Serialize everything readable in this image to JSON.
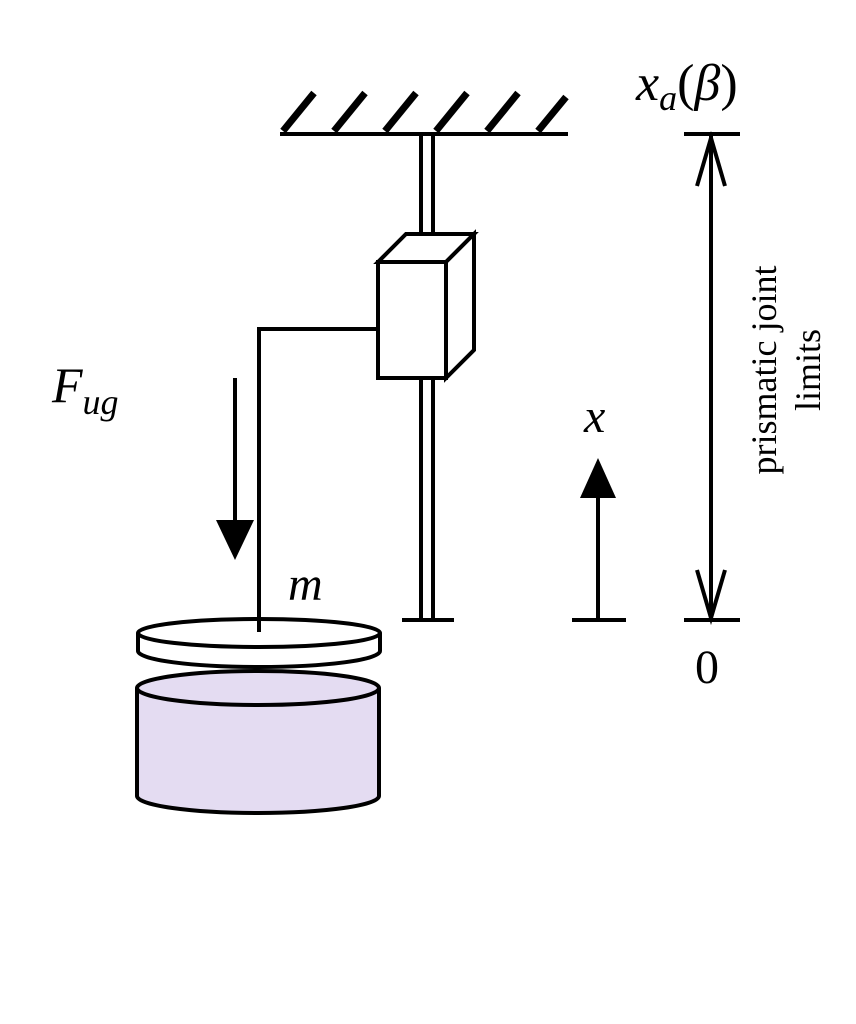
{
  "labels": {
    "force_main": "F",
    "force_sub": "ug",
    "mass": "m",
    "x_axis": "x",
    "upper_limit_main": "x",
    "upper_limit_sub": "a",
    "upper_limit_open": "(",
    "upper_limit_arg": "β",
    "upper_limit_close": ")",
    "lower_limit": "0",
    "joint_limits_line1": "prismatic joint",
    "joint_limits_line2": "limits"
  },
  "colors": {
    "stroke": "#000000",
    "mass_fill": "#e4dcf2",
    "plate_fill": "#ffffff",
    "background": "#ffffff"
  }
}
